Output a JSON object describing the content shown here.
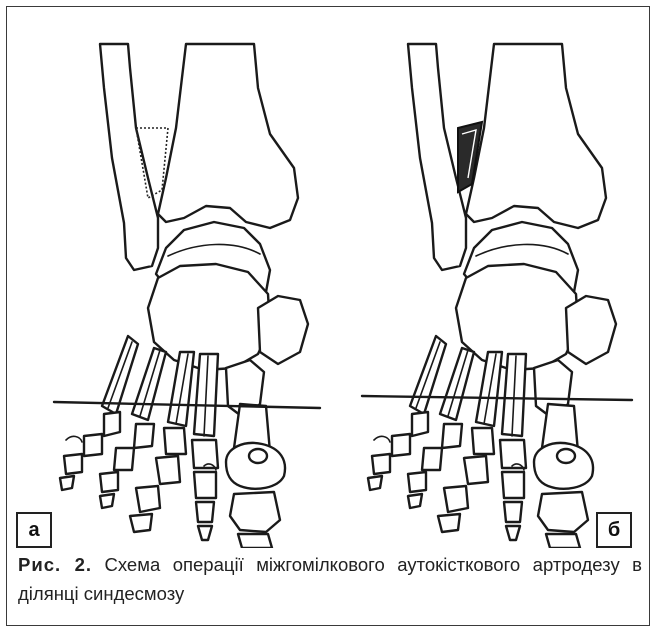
{
  "figure": {
    "number": "Рис. 2.",
    "caption": "Схема операції міжгомілкового аутокісткового артродезу в ділянці синдесмозу"
  },
  "panels": [
    {
      "id": "a",
      "label": "а"
    },
    {
      "id": "b",
      "label": "б"
    }
  ]
}
